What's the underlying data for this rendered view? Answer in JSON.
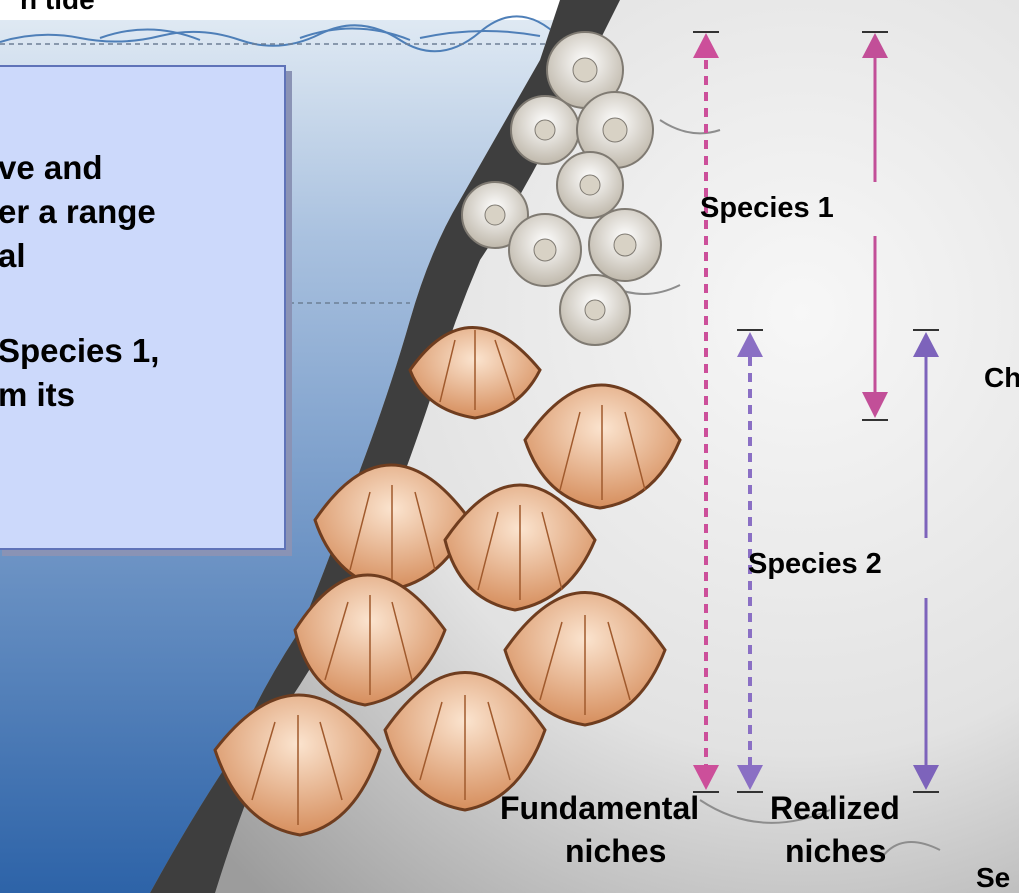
{
  "labels": {
    "high_tide": "h tide",
    "species_1": "Species 1",
    "species_2": "Species 2",
    "fundamental": [
      "Fundamental",
      "niches"
    ],
    "realized": [
      "Realized",
      "niches"
    ],
    "right_partial_top": "Ch",
    "right_partial_bottom": "Se"
  },
  "text_box": {
    "lines": [
      "ve and",
      "er a range",
      "al",
      "",
      "Species 1,",
      "m its"
    ]
  },
  "colors": {
    "fundamental_species_1": "#cc4f9a",
    "fundamental_species_2": "#8a6fc4",
    "realized_species_1": "#c24f98",
    "realized_species_2": "#7d63bb",
    "water_top": "#b9cde3",
    "water_bottom": "#2d63a8",
    "rock": "#3b3b3b",
    "species_1_shell": "#e9e6df",
    "species_2_shell": "#efb98f"
  }
}
